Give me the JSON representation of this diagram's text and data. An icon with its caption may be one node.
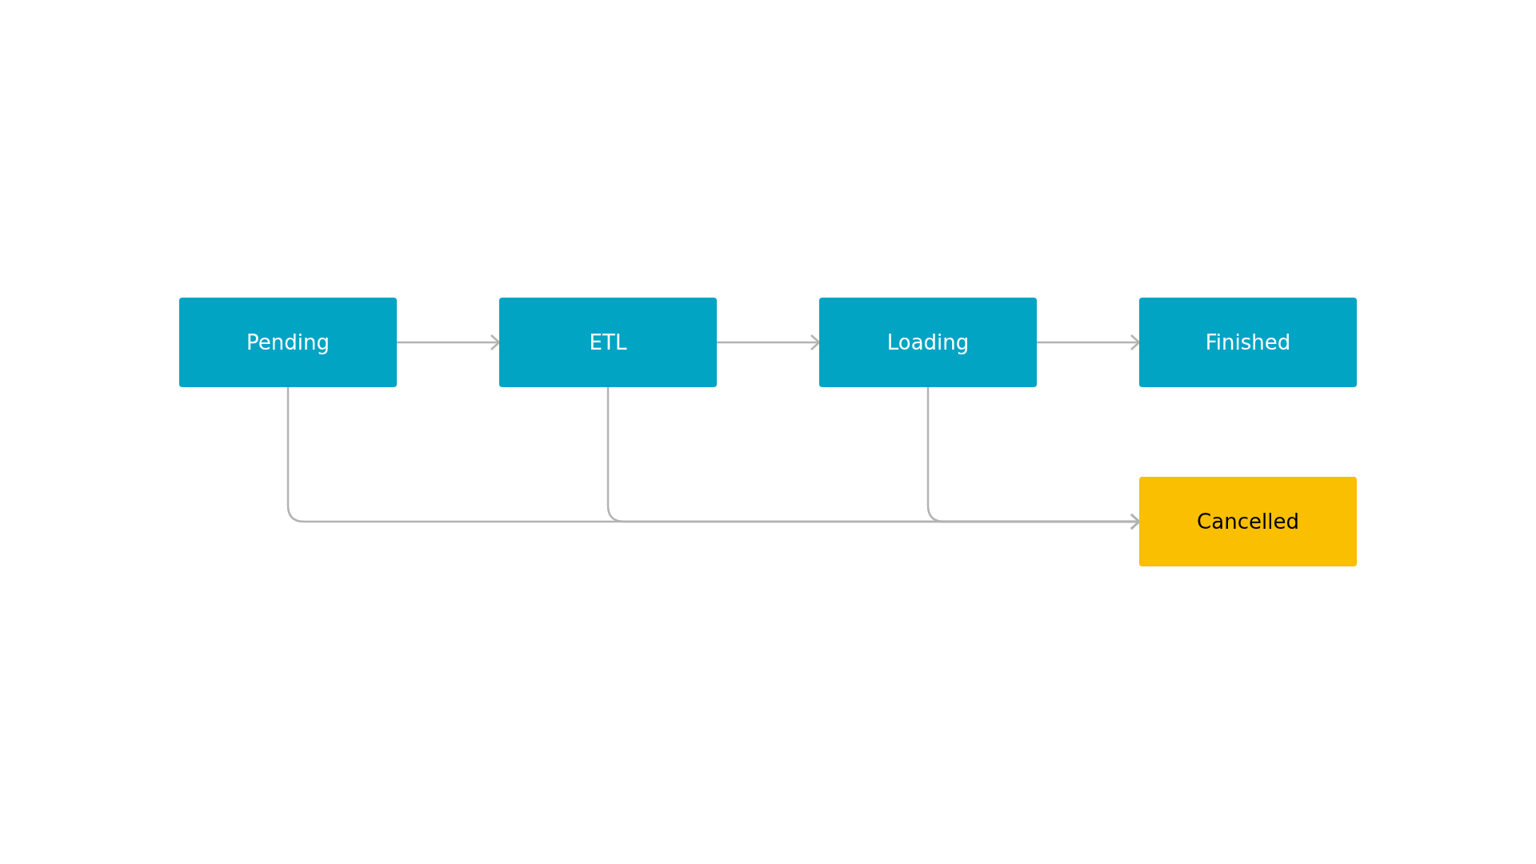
{
  "diagram": {
    "nodes": [
      {
        "text": [
          "Pending"
        ]
      },
      {
        "text": [
          "ETL"
        ]
      },
      {
        "text": [
          "Loading"
        ]
      },
      {
        "text": [
          "Finished"
        ]
      },
      {
        "text": [
          "Cancelled"
        ]
      }
    ],
    "edges": [
      {
        "from": 0,
        "to": 1,
        "arrow": "to"
      },
      {
        "from": 1,
        "to": 2,
        "arrow": "to"
      },
      {
        "from": 2,
        "to": 3,
        "arrow": "to"
      },
      {
        "from": 0,
        "to": 4,
        "arrow": "to"
      },
      {
        "from": 1,
        "to": 4,
        "arrow": "to"
      },
      {
        "from": 2,
        "to": 4,
        "arrow": "to"
      }
    ]
  }
}
